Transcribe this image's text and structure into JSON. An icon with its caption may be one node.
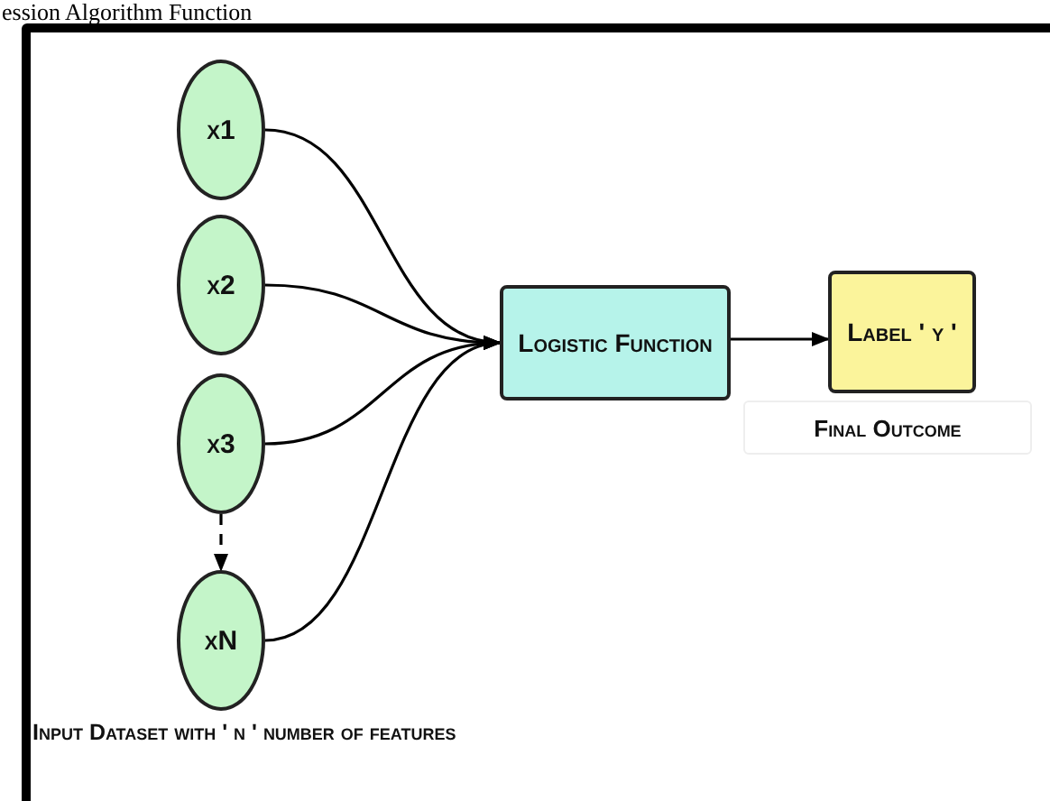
{
  "diagram": {
    "title": "ession Algorithm Function",
    "nodes": [
      {
        "text": [
          "x1"
        ]
      },
      {
        "text": [
          "x2"
        ]
      },
      {
        "text": [
          "x3"
        ]
      },
      {
        "text": [
          "xN"
        ]
      },
      {
        "text": [
          "Logistic Function"
        ]
      },
      {
        "text": [
          "Label ' y '"
        ],
        "beside": [
          "Final Outcome"
        ]
      }
    ],
    "edges": [
      {
        "from": 0,
        "to": 4,
        "arrow": "to"
      },
      {
        "from": 1,
        "to": 4,
        "arrow": "to"
      },
      {
        "from": 2,
        "to": 4,
        "arrow": "to"
      },
      {
        "from": 3,
        "to": 4,
        "arrow": "to"
      },
      {
        "from": 2,
        "to": 3,
        "arrow": "to",
        "style": "dashed"
      },
      {
        "from": 4,
        "to": 5,
        "arrow": "to"
      }
    ],
    "labels": [
      "Input Dataset with ' n ' number of features"
    ]
  }
}
